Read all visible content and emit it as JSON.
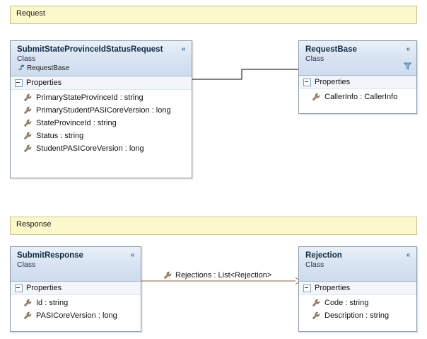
{
  "groups": [
    {
      "label": "Request"
    },
    {
      "label": "Response"
    }
  ],
  "icons": {
    "chevron": "«",
    "property_icon": "wrench-icon",
    "filter_icon": "funnel-icon",
    "inherit_icon": "arrow-up-right-icon"
  },
  "classes": {
    "submit_state_province": {
      "title": "SubmitStateProvinceIdStatusRequest",
      "stereotype": "Class",
      "base": "RequestBase",
      "compartment": "Properties",
      "members": [
        "PrimaryStateProvinceId : string",
        "PrimaryStudentPASICoreVersion : long",
        "StateProvinceId : string",
        "Status : string",
        "StudentPASICoreVersion : long"
      ]
    },
    "request_base": {
      "title": "RequestBase",
      "stereotype": "Class",
      "compartment": "Properties",
      "members": [
        "CallerInfo : CallerInfo"
      ]
    },
    "submit_response": {
      "title": "SubmitResponse",
      "stereotype": "Class",
      "compartment": "Properties",
      "members": [
        "Id : string",
        "PASICoreVersion : long"
      ]
    },
    "rejection": {
      "title": "Rejection",
      "stereotype": "Class",
      "compartment": "Properties",
      "members": [
        "Code : string",
        "Description : string"
      ]
    }
  },
  "associations": {
    "rejections": "Rejections : List<Rejection>"
  },
  "colors": {
    "band_fill": "#fbf8cc",
    "band_border": "#c9c487",
    "class_border": "#8a9ab0",
    "header_top": "#e9f0f8",
    "header_bottom": "#cfdcee",
    "connector": "#000000",
    "assoc_connector": "#8c6239",
    "wrench": "#7a6a52"
  }
}
